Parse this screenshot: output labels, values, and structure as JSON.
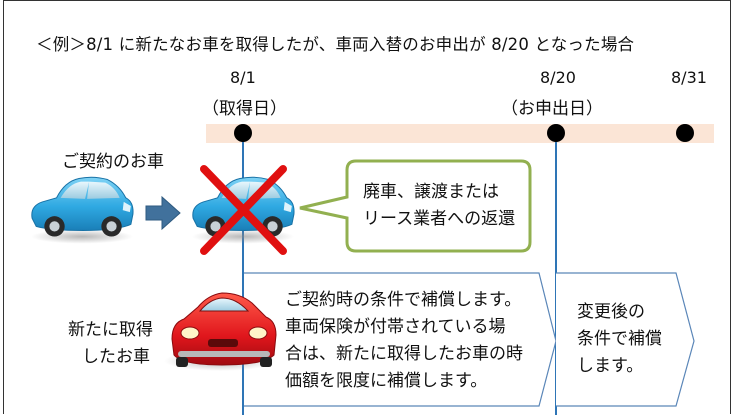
{
  "title": "＜例＞8/1 に新たなお車を取得したが、車両入替のお申出が 8/20 となった場合",
  "timeline": {
    "points": [
      {
        "date": "8/1",
        "caption": "（取得日）"
      },
      {
        "date": "8/20",
        "caption": "（お申出日）"
      },
      {
        "date": "8/31",
        "caption": ""
      }
    ]
  },
  "contracted_car_label": "ご契約のお車",
  "disposal_note": [
    "廃車、譲渡または",
    "リース業者への返還"
  ],
  "new_car_label": [
    "新たに取得",
    "したお車"
  ],
  "compensation_before": [
    "ご契約時の条件で補償します。",
    "車両保険が付帯されている場",
    "合は、新たに取得したお車の時",
    "価額を限度に補償します。"
  ],
  "compensation_after": [
    "変更後の",
    "条件で補償",
    "します。"
  ],
  "colors": {
    "timeline_band": "#fbe5d6",
    "marker_line": "#2e75b6",
    "callout_border": "#92b050",
    "arrow": "#41719c",
    "cross": "#e01010",
    "blue_car": "#2fa9e2",
    "red_car": "#e0161c"
  },
  "icons": [
    "blue-car-icon",
    "right-arrow-icon",
    "red-cross-icon",
    "red-car-icon"
  ]
}
